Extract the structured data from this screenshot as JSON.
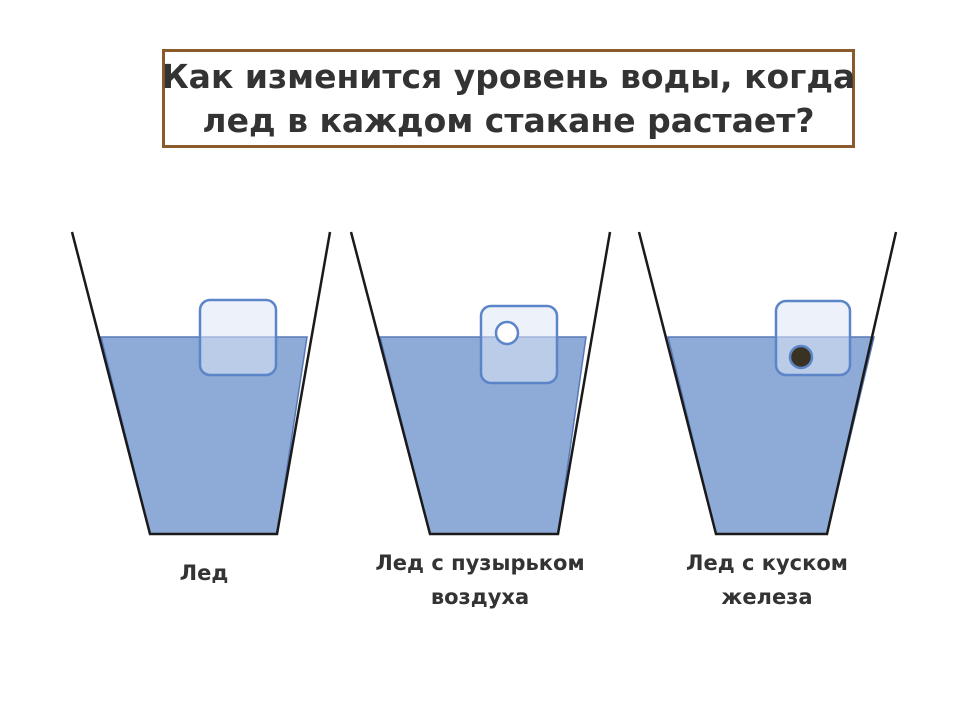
{
  "title": {
    "line1": "Как изменится уровень воды, когда",
    "line2": "лед в каждом стакане растает?"
  },
  "colors": {
    "water": "#8eaad6",
    "water_edge": "#5878b8",
    "ice_fill": "#dfe8f5",
    "ice_edge": "#5b85c8",
    "glass": "#1a1a1a",
    "title_border": "#8a5a2b",
    "iron": "#3a3222",
    "bubble": "#ffffff"
  },
  "glasses": [
    {
      "caption_lines": [
        "Лед"
      ],
      "inclusion": "none"
    },
    {
      "caption_lines": [
        "Лед с пузырьком",
        "воздуха"
      ],
      "inclusion": "air-bubble"
    },
    {
      "caption_lines": [
        "Лед с куском",
        "железа"
      ],
      "inclusion": "iron-piece"
    }
  ]
}
